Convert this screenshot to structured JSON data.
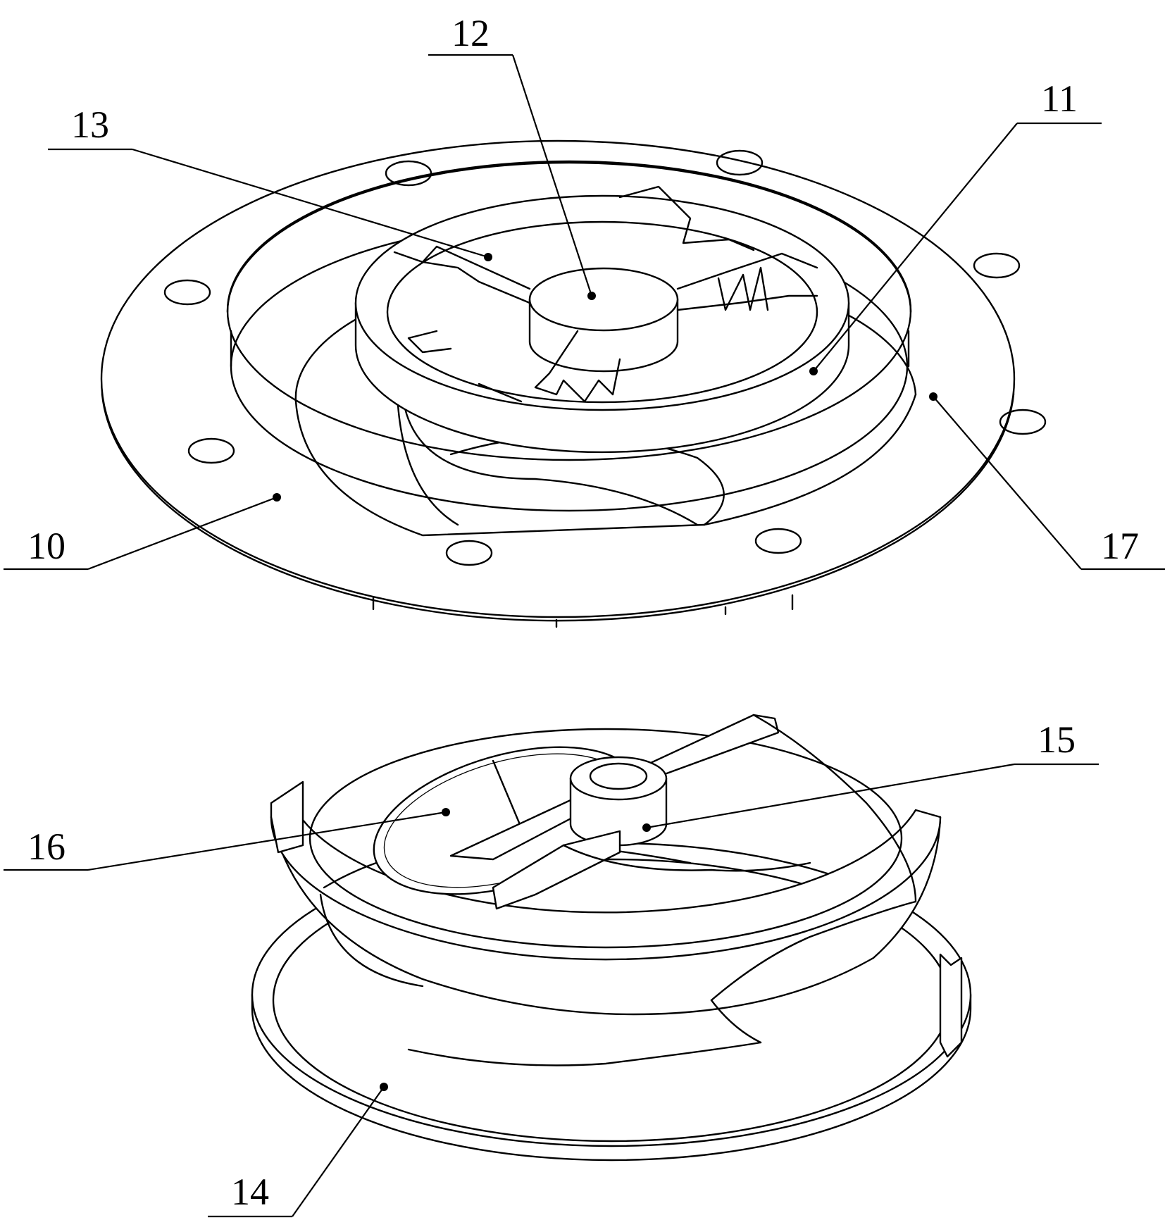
{
  "labels": {
    "l10": "10",
    "l11": "11",
    "l12": "12",
    "l13": "13",
    "l14": "14",
    "l15": "15",
    "l16": "16",
    "l17": "17"
  }
}
